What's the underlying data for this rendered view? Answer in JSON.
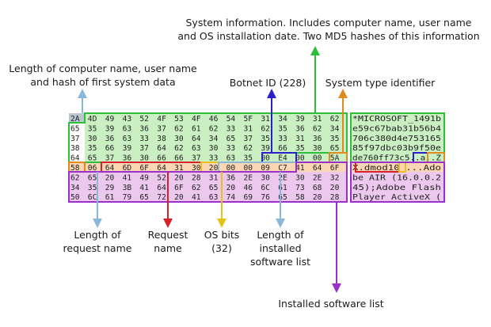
{
  "labels": {
    "system_info": [
      "System information. Includes computer name, user name",
      "and OS installation date. Two MD5 hashes of this information"
    ],
    "length_computer": [
      "Length of computer name, user name",
      "and hash of first system data"
    ],
    "botnet_id": "Botnet ID (228)",
    "system_type": "System type identifier",
    "length_request": [
      "Length of",
      "request name"
    ],
    "request_name": [
      "Request",
      "name"
    ],
    "os_bits": [
      "OS bits",
      "(32)"
    ],
    "length_software": [
      "Length of",
      "installed",
      "software list"
    ],
    "installed_software": "Installed software list"
  },
  "hex_rows": [
    [
      "2A",
      "4D",
      "49",
      "43",
      "52",
      "4F",
      "53",
      "4F",
      "46",
      "54",
      "5F",
      "31",
      "34",
      "39",
      "31",
      "62"
    ],
    [
      "65",
      "35",
      "39",
      "63",
      "36",
      "37",
      "62",
      "61",
      "62",
      "33",
      "31",
      "62",
      "35",
      "36",
      "62",
      "34"
    ],
    [
      "37",
      "30",
      "36",
      "63",
      "33",
      "38",
      "30",
      "64",
      "34",
      "65",
      "37",
      "35",
      "33",
      "31",
      "36",
      "35"
    ],
    [
      "38",
      "35",
      "66",
      "39",
      "37",
      "64",
      "62",
      "63",
      "30",
      "33",
      "62",
      "39",
      "66",
      "35",
      "30",
      "65"
    ],
    [
      "64",
      "65",
      "37",
      "36",
      "30",
      "66",
      "66",
      "37",
      "33",
      "63",
      "35",
      "00",
      "E4",
      "00",
      "00",
      "5A"
    ],
    [
      "58",
      "06",
      "64",
      "6D",
      "6F",
      "64",
      "31",
      "30",
      "20",
      "00",
      "00",
      "09",
      "C7",
      "41",
      "64",
      "6F"
    ],
    [
      "62",
      "65",
      "20",
      "41",
      "49",
      "52",
      "20",
      "28",
      "31",
      "36",
      "2E",
      "30",
      "2E",
      "30",
      "2E",
      "32"
    ],
    [
      "34",
      "35",
      "29",
      "3B",
      "41",
      "64",
      "6F",
      "62",
      "65",
      "20",
      "46",
      "6C",
      "61",
      "73",
      "68",
      "20"
    ],
    [
      "50",
      "6C",
      "61",
      "79",
      "65",
      "72",
      "20",
      "41",
      "63",
      "74",
      "69",
      "76",
      "65",
      "58",
      "20",
      "28"
    ]
  ],
  "ascii_rows": [
    "*MICROSOFT_1491b",
    "e59c67bab31b56b4",
    "706c380d4e753165",
    "85f97dbc03b9f50e",
    "de760ff73c5..a..Z",
    "X.dmod10 ...Ado",
    "be AIR (16.0.0.2",
    "45);Adobe Flash",
    "Player ActiveX ("
  ],
  "colors": {
    "system_info": "#2bbf3a",
    "system_info_fill": "#c9efc2",
    "length": "#8ab8d8",
    "length_fill": "#c3d6e6",
    "botnet": "#2a1fc8",
    "system_type": "#e08a20",
    "system_type_fill": "#fad6b4",
    "request_name": "#d8202a",
    "os_bits": "#e6c21a",
    "software": "#9b2fc9",
    "software_fill": "#ecc8ee"
  }
}
